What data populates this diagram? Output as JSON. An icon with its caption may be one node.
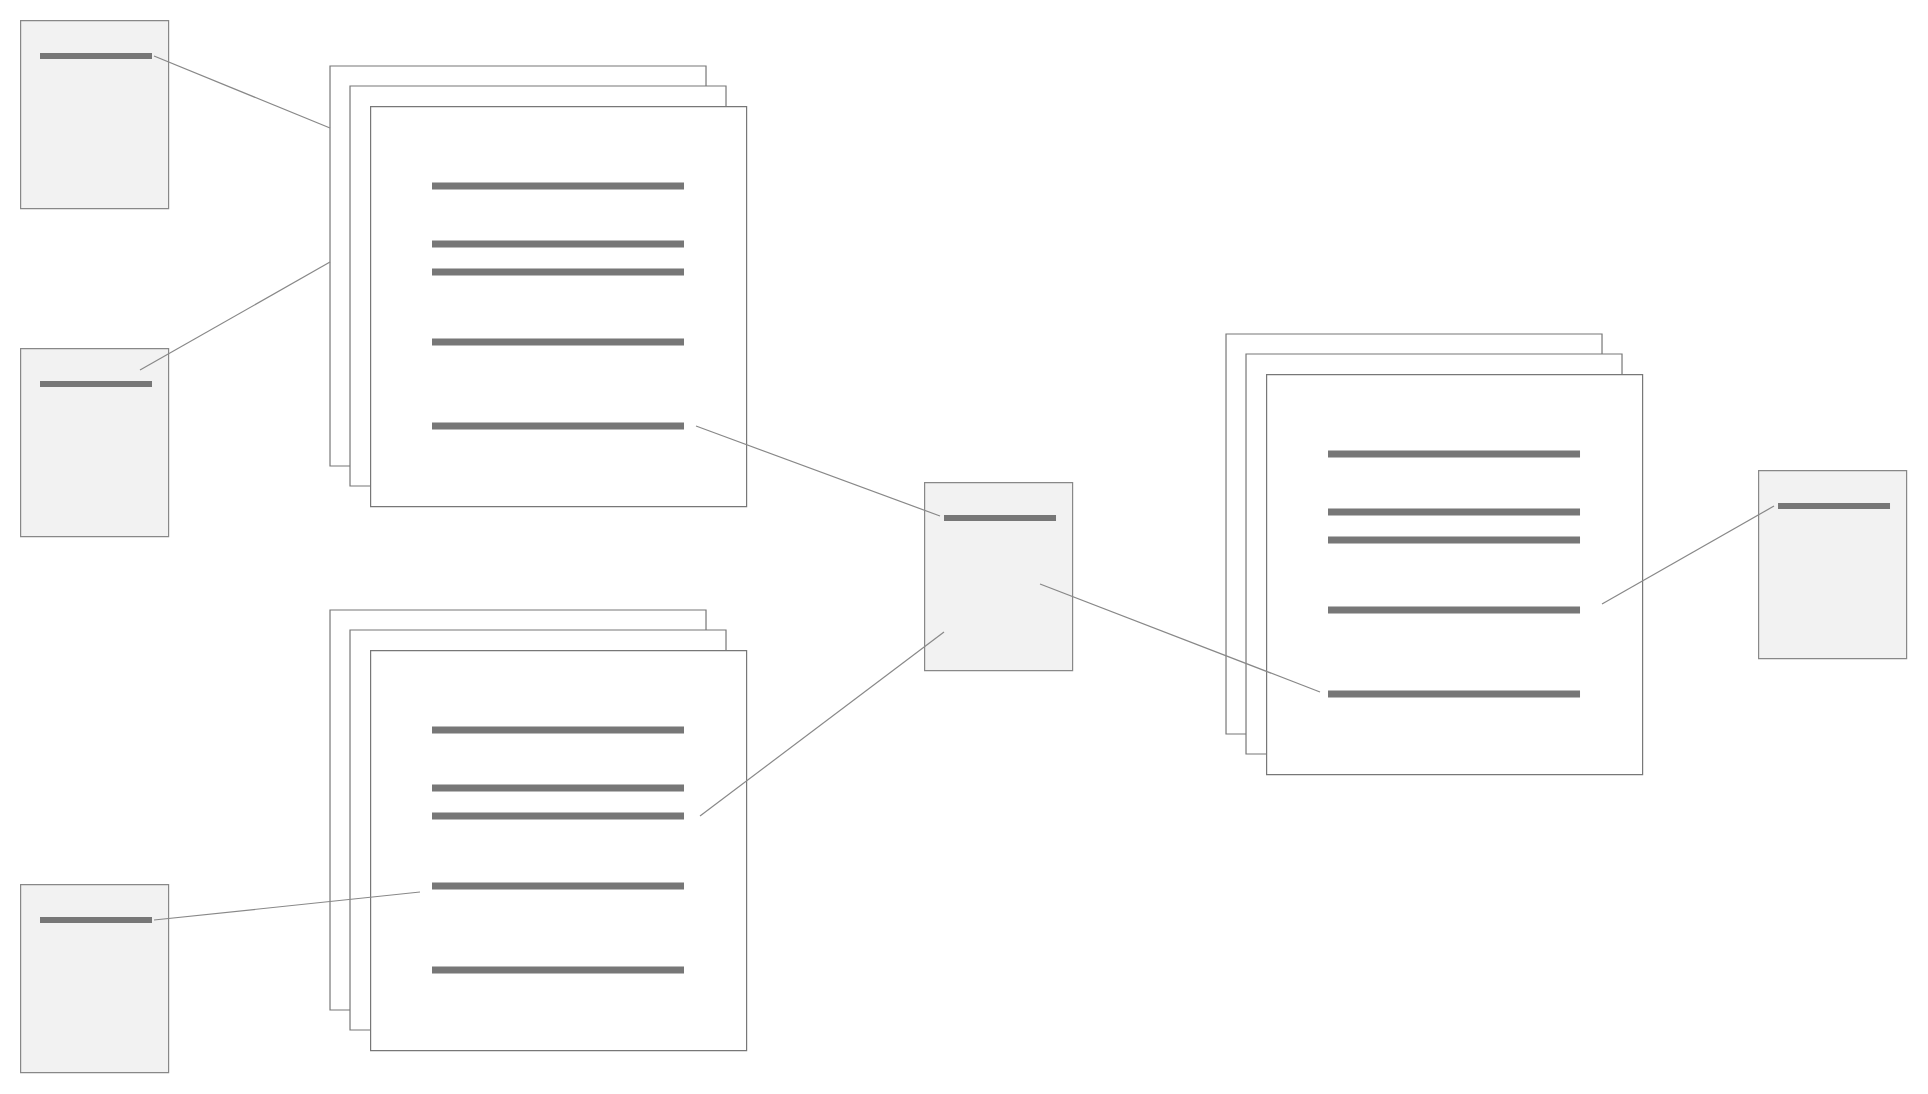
{
  "diagram": {
    "nodes": [
      {
        "text": [],
        "shape": "box"
      },
      {
        "text": [],
        "shape": "box"
      },
      {
        "text": [],
        "shape": "box"
      },
      {
        "text": [],
        "shape": "document"
      },
      {
        "text": [],
        "shape": "document"
      },
      {
        "text": [],
        "shape": "box"
      },
      {
        "text": [],
        "shape": "document"
      },
      {
        "text": [],
        "shape": "box"
      }
    ],
    "edges": [
      {
        "from": 0,
        "to": 3,
        "arrow": "none"
      },
      {
        "from": 1,
        "to": 3,
        "arrow": "none"
      },
      {
        "from": 3,
        "to": 5,
        "arrow": "none"
      },
      {
        "from": 4,
        "to": 5,
        "arrow": "none"
      },
      {
        "from": 2,
        "to": 4,
        "arrow": "none"
      },
      {
        "from": 5,
        "to": 6,
        "arrow": "none"
      },
      {
        "from": 6,
        "to": 7,
        "arrow": "none"
      }
    ]
  }
}
